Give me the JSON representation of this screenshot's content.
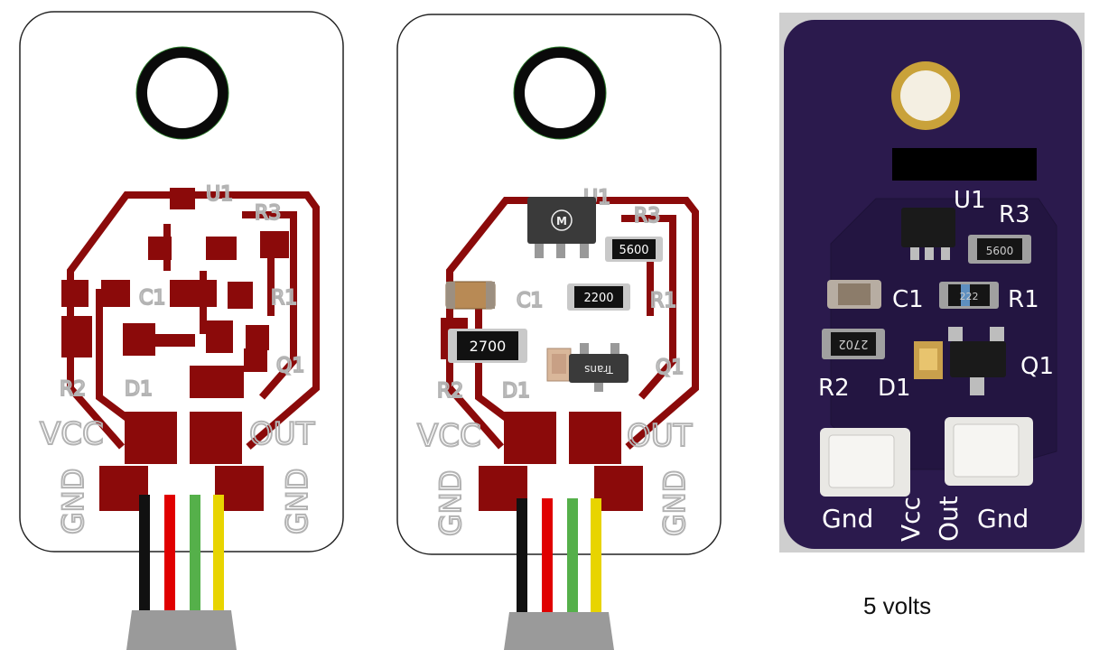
{
  "colors": {
    "trace": "#8b0a0a",
    "silkscreen": "#b3b3b3",
    "board_purple": "#2b1a4d",
    "silk_white": "#ffffff",
    "wire_black": "#111111",
    "wire_red": "#e00000",
    "wire_green": "#55b04a",
    "wire_yellow": "#e8d400",
    "connector_gray": "#9a9a9a"
  },
  "layout_board": {
    "labels": {
      "u1": "U1",
      "r3": "R3",
      "c1": "C1",
      "r1": "R1",
      "r2": "R2",
      "d1": "D1",
      "q1": "Q1",
      "vcc": "VCC",
      "out": "OUT",
      "gnd_left": "GND",
      "gnd_right": "GND"
    }
  },
  "assembled_layout": {
    "labels": {
      "u1": "U1",
      "r3": "R3",
      "c1": "C1",
      "r1": "R1",
      "r2": "R2",
      "d1": "D1",
      "q1": "Q1",
      "vcc": "VCC",
      "out": "OUT",
      "gnd_left": "GND",
      "gnd_right": "GND"
    },
    "parts": {
      "r3_value": "5600",
      "r1_value": "2200",
      "r2_value": "2700",
      "q1_marking": "Trans",
      "u1_logo": "M"
    }
  },
  "photo_board": {
    "labels": {
      "u1": "U1",
      "r3": "R3",
      "c1": "C1",
      "r1": "R1",
      "r2": "R2",
      "d1": "D1",
      "q1": "Q1",
      "gnd_left": "Gnd",
      "vcc": "Vcc",
      "out": "Out",
      "gnd_right": "Gnd"
    },
    "parts": {
      "r3_value": "5600",
      "r1_value": "222",
      "r2_value": "2702"
    }
  },
  "caption": "5 volts"
}
